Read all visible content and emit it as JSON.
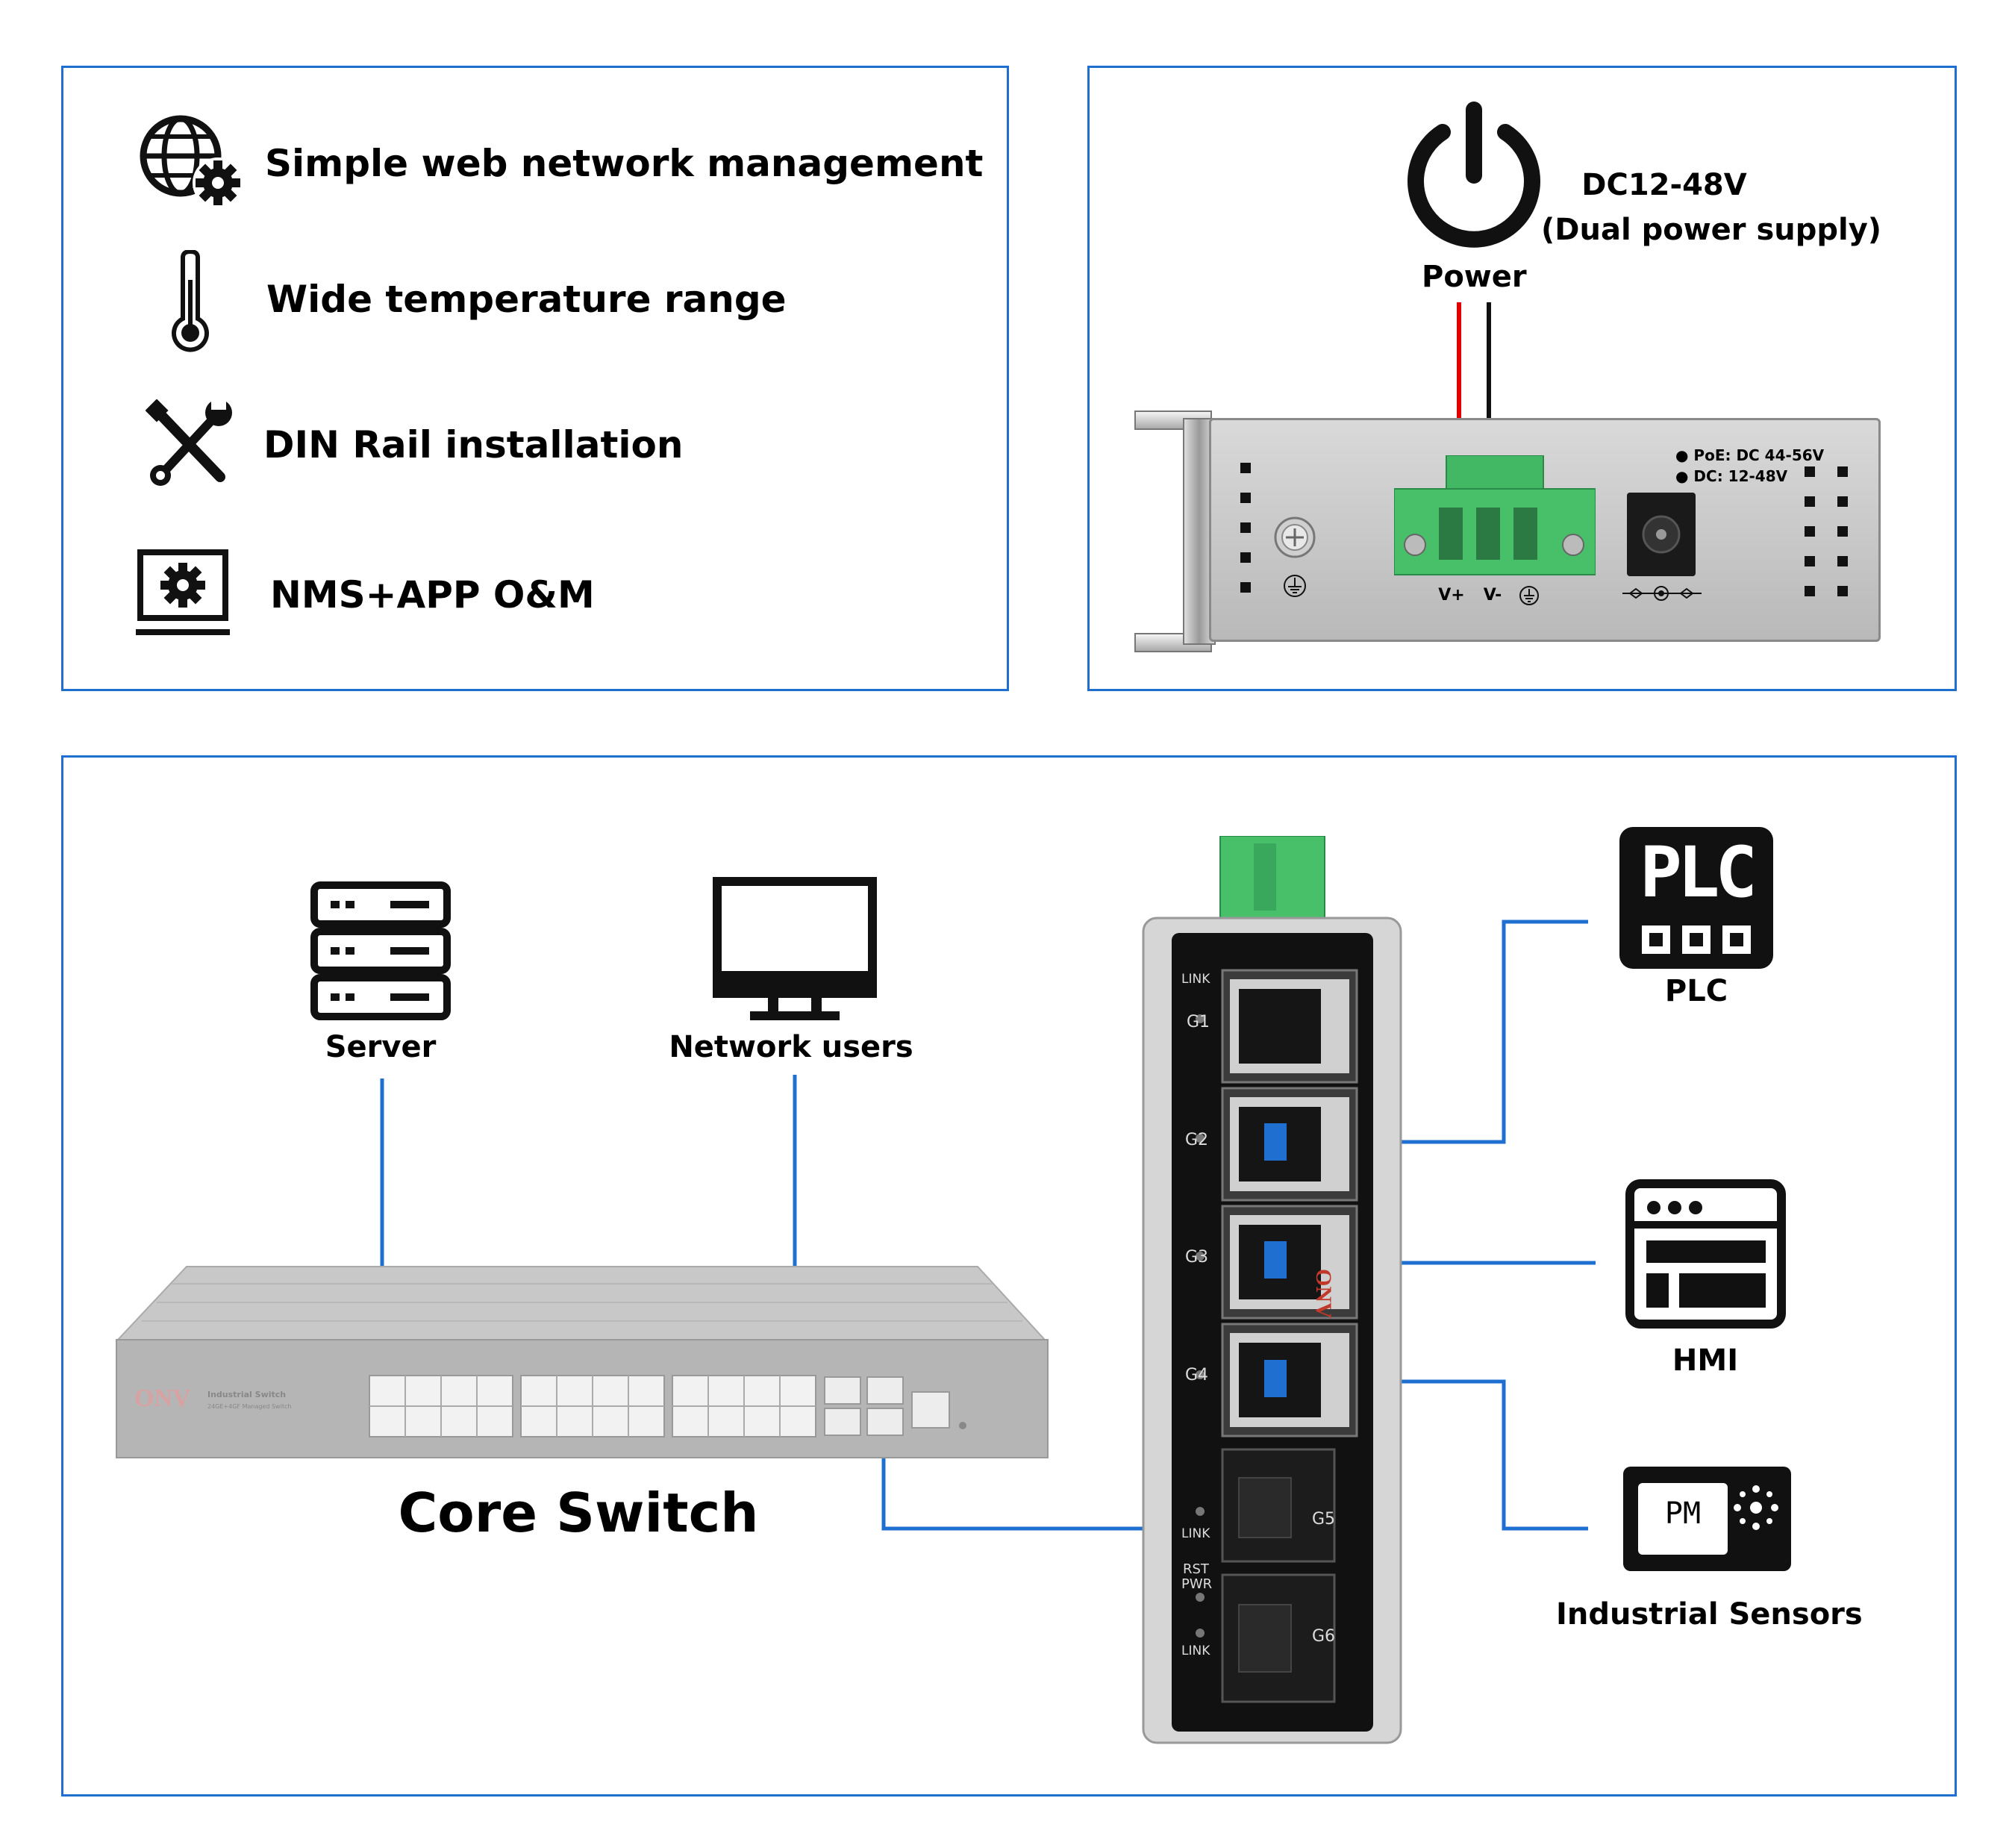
{
  "features": {
    "items": [
      {
        "icon": "globe-gear-icon",
        "label": "Simple web network management"
      },
      {
        "icon": "thermometer-icon",
        "label": "Wide temperature range"
      },
      {
        "icon": "tools-icon",
        "label": "DIN Rail installation"
      },
      {
        "icon": "monitor-gear-icon",
        "label": "NMS+APP O&M"
      }
    ]
  },
  "power": {
    "title": "Power",
    "spec_line1": "DC12-48V",
    "spec_line2": "(Dual power supply)",
    "poe_note": "PoE: DC 44-56V",
    "dc_note": "DC: 12-48V",
    "terminal_vplus": "V+",
    "terminal_vminus": "V-"
  },
  "topology": {
    "server_label": "Server",
    "users_label": "Network users",
    "core_switch_label": "Core Switch",
    "core_brand": "ONV",
    "core_model_line1": "Industrial Switch",
    "core_model_line2": "24GE+4GF Managed Switch",
    "plc_icon_text": "PLC",
    "plc_label": "PLC",
    "hmi_label": "HMI",
    "sensor_icon_text": "PM",
    "sensor_label": "Industrial Sensors",
    "device_brand": "ONV",
    "ports": {
      "g1": "G1",
      "g2": "G2",
      "g3": "G3",
      "g4": "G4",
      "g5": "G5",
      "g6": "G6",
      "link": "LINK",
      "rst": "RST",
      "pwr": "PWR"
    }
  },
  "colors": {
    "accent": "#1f6fd1",
    "terminal_green": "#3cb371",
    "wire_red": "#e00000"
  }
}
